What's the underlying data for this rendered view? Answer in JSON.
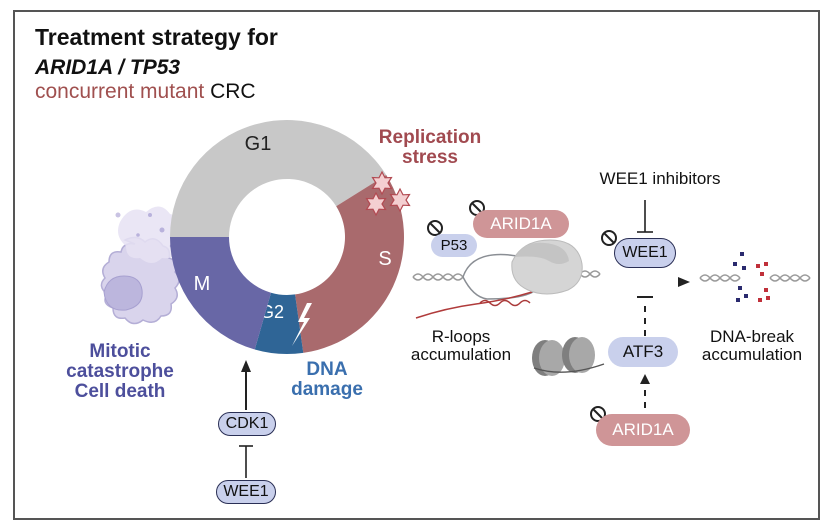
{
  "title": {
    "line1": "Treatment strategy for",
    "line2": "ARID1A / TP53",
    "line3_colored": "concurrent mutant",
    "line3_plain": " CRC"
  },
  "cell_cycle": {
    "phases": [
      {
        "label": "G1",
        "color": "#c8c8c8"
      },
      {
        "label": "S",
        "color": "#a96a6d"
      },
      {
        "label": "G2",
        "color": "#2f6596"
      },
      {
        "label": "M",
        "color": "#6867a6"
      }
    ],
    "replication_stress_label": "Replication stress",
    "dna_damage_label": "DNA damage",
    "mitotic_label_lines": [
      "Mitotic",
      "catastrophe",
      "Cell death"
    ]
  },
  "left_pathway": {
    "cdk1": "CDK1",
    "wee1": "WEE1"
  },
  "right_pathway": {
    "p53": "P53",
    "arid1a_top": "ARID1A",
    "rloops": "R-loops accumulation",
    "wee1_inhibitors": "WEE1 inhibitors",
    "wee1": "WEE1",
    "atf3": "ATF3",
    "arid1a_bottom": "ARID1A",
    "dna_break": "DNA-break accumulation"
  },
  "colors": {
    "replication": "#a14a50",
    "dna_damage": "#3a6fae",
    "mitotic": "#4d4f9c",
    "pill_blue": "#c9d0ec",
    "pill_red": "#cf9597"
  }
}
